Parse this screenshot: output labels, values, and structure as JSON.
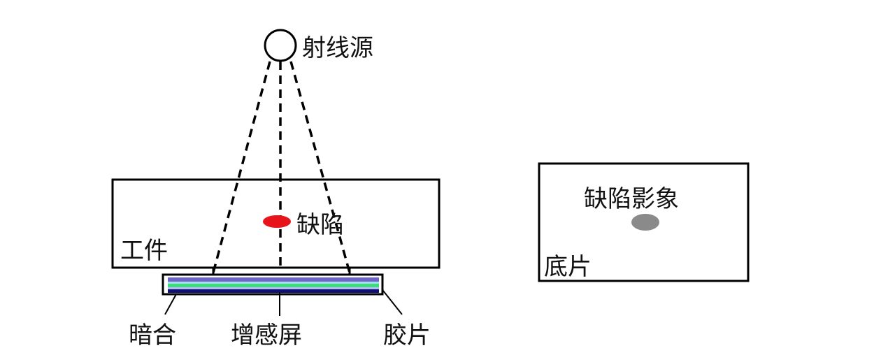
{
  "labels": {
    "source": "射线源",
    "defect": "缺陷",
    "workpiece": "工件",
    "cassette": "暗合",
    "screen": "增感屏",
    "film": "胶片",
    "defect_image": "缺陷影象",
    "negative": "底片"
  },
  "colors": {
    "defect": "#e8141c",
    "defect_image": "#8a8a8a",
    "cassette_top": "#6e64c8",
    "screen": "#3fdc7a",
    "cassette_bottom": "#101070"
  }
}
